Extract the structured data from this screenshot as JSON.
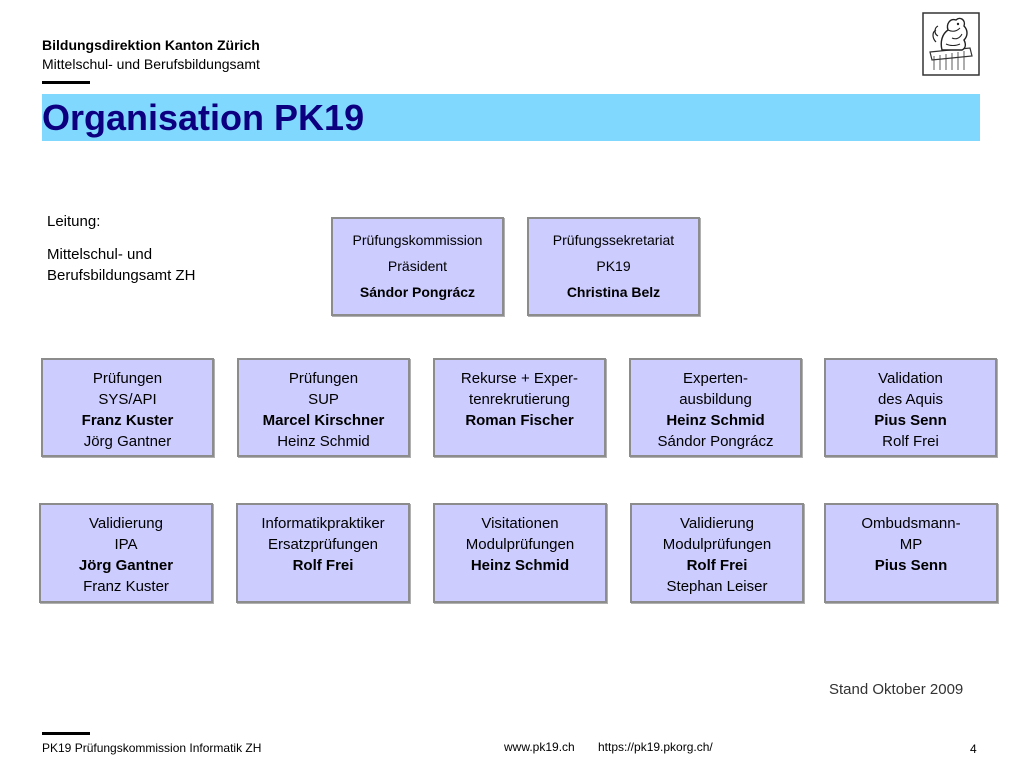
{
  "header": {
    "organization": "Bildungsdirektion Kanton Zürich",
    "department": "Mittelschul- und Berufsbildungsamt"
  },
  "logo": {
    "icon": "zurich-lion-coat-of-arms"
  },
  "title": "Organisation PK19",
  "leitung": {
    "label": "Leitung:",
    "line1": "Mittelschul- und",
    "line2": "Berufsbildungsamt ZH"
  },
  "top_boxes": [
    {
      "lines": [
        "Prüfungskommission",
        "Präsident"
      ],
      "bold": "Sándor Pongrácz"
    },
    {
      "lines": [
        "Prüfungssekretariat",
        "PK19"
      ],
      "bold": "Christina Belz"
    }
  ],
  "row1": [
    {
      "lines": [
        "Prüfungen",
        "SYS/API"
      ],
      "bold": "Franz Kuster",
      "after": "Jörg Gantner"
    },
    {
      "lines": [
        "Prüfungen",
        "SUP"
      ],
      "bold": "Marcel Kirschner",
      "after": "Heinz Schmid"
    },
    {
      "lines": [
        "Rekurse + Exper-",
        "tenrekrutierung"
      ],
      "bold": "Roman Fischer",
      "after": ""
    },
    {
      "lines": [
        "Experten-",
        "ausbildung"
      ],
      "bold": "Heinz Schmid",
      "after": "Sándor Pongrácz"
    },
    {
      "lines": [
        "Validation",
        "des Aquis"
      ],
      "bold": "Pius Senn",
      "after": "Rolf Frei"
    }
  ],
  "row2": [
    {
      "lines": [
        "Validierung",
        "IPA"
      ],
      "bold": "Jörg Gantner",
      "after": "Franz Kuster"
    },
    {
      "lines": [
        "Informatikpraktiker",
        "Ersatzprüfungen"
      ],
      "bold": "Rolf Frei",
      "after": ""
    },
    {
      "lines": [
        "Visitationen",
        "Modulprüfungen"
      ],
      "bold": "Heinz Schmid",
      "after": ""
    },
    {
      "lines": [
        "Validierung",
        "Modulprüfungen"
      ],
      "bold": "Rolf Frei",
      "after": "Stephan Leiser"
    },
    {
      "lines": [
        "Ombudsmann-",
        "MP"
      ],
      "bold": "Pius Senn",
      "after": ""
    }
  ],
  "stand": "Stand Oktober 2009",
  "footer": {
    "left": "PK19 Prüfungskommission Informatik ZH",
    "url1": "www.pk19.ch",
    "url2": "https://pk19.pkorg.ch/",
    "page": "4"
  },
  "colors": {
    "title_bar": "#80d8ff",
    "title_text": "#0d0080",
    "box_fill": "#ccccff",
    "box_border": "#8c8c8c"
  }
}
